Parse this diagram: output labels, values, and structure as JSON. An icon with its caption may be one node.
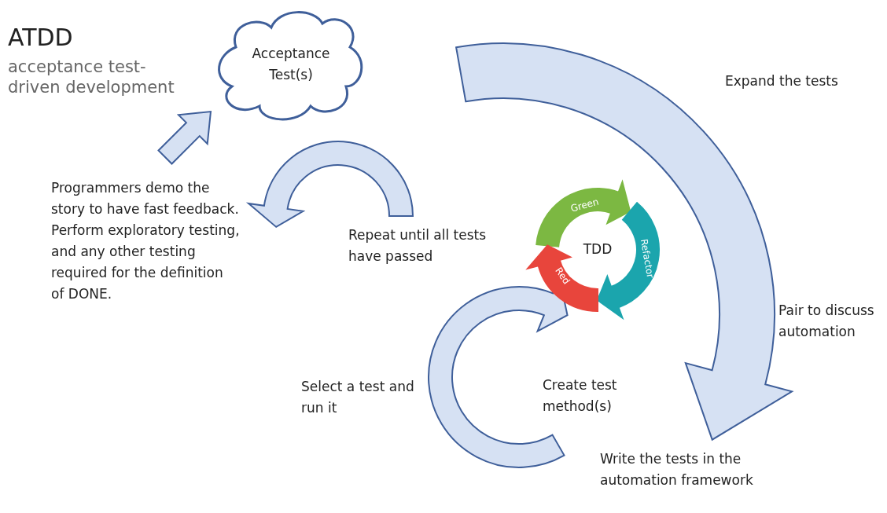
{
  "diagram": {
    "title": "ATDD",
    "nodes": [
      {
        "text": [
          "Acceptance Test(s)"
        ]
      },
      {
        "text": [
          "TDD"
        ]
      }
    ],
    "labels": [
      "acceptance test-driven development",
      "Expand the tests",
      "Programmers demo the story to have fast feedback. Perform exploratory testing, and any other testing required for the definition of DONE.",
      "Repeat until all tests have passed",
      "Green",
      "Refactor",
      "Red",
      "Pair to discuss automation",
      "Select a test and run it",
      "Create test method(s)",
      "Write the tests in the automation framework"
    ]
  }
}
